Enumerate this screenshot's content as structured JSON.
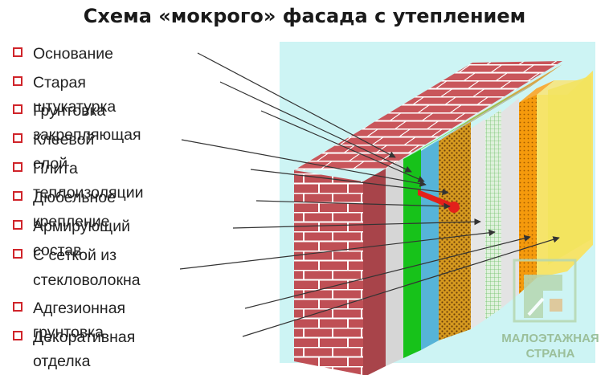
{
  "title": "Схема «мокрого» фасада с утеплением",
  "legend": [
    {
      "id": "osnovanie",
      "label": "Основание"
    },
    {
      "id": "staraya-shtukaturka",
      "label": "Старая штукатурка"
    },
    {
      "id": "gruntovka",
      "label": "Грунтовка закрепляющая"
    },
    {
      "id": "kleevoy-sloy",
      "label": "Клеевой слой"
    },
    {
      "id": "plita",
      "label": "Плита теплоизоляции"
    },
    {
      "id": "dyubel",
      "label": "Дюбельное крепление"
    },
    {
      "id": "armiruyushchiy",
      "label": "Армирующий состав"
    },
    {
      "id": "setka",
      "label": "С сеткой из\nстекловолокна"
    },
    {
      "id": "adgezionnaya",
      "label": "Адгезионная грунтовка"
    },
    {
      "id": "dekorativnaya",
      "label": "Декоративная отделка"
    }
  ],
  "watermark": "МАЛОЭТАЖНАЯ\nСТРАНА",
  "colors": {
    "checkbox": "#d0242a",
    "brick": "#bf4f55",
    "mortar": "#ffffff",
    "plaster": "#d6d6d6",
    "primer": "#17c21a",
    "adhesive": "#56b4d8",
    "insulation": "#d69a1f",
    "reinforcing": "#e3e3e3",
    "mesh": "#b8e0b4",
    "adhesion-primer": "#f59a0c",
    "decorative": "#f6e46a",
    "background-panel": "#cdf4f4",
    "dowel": "#e3201b"
  }
}
